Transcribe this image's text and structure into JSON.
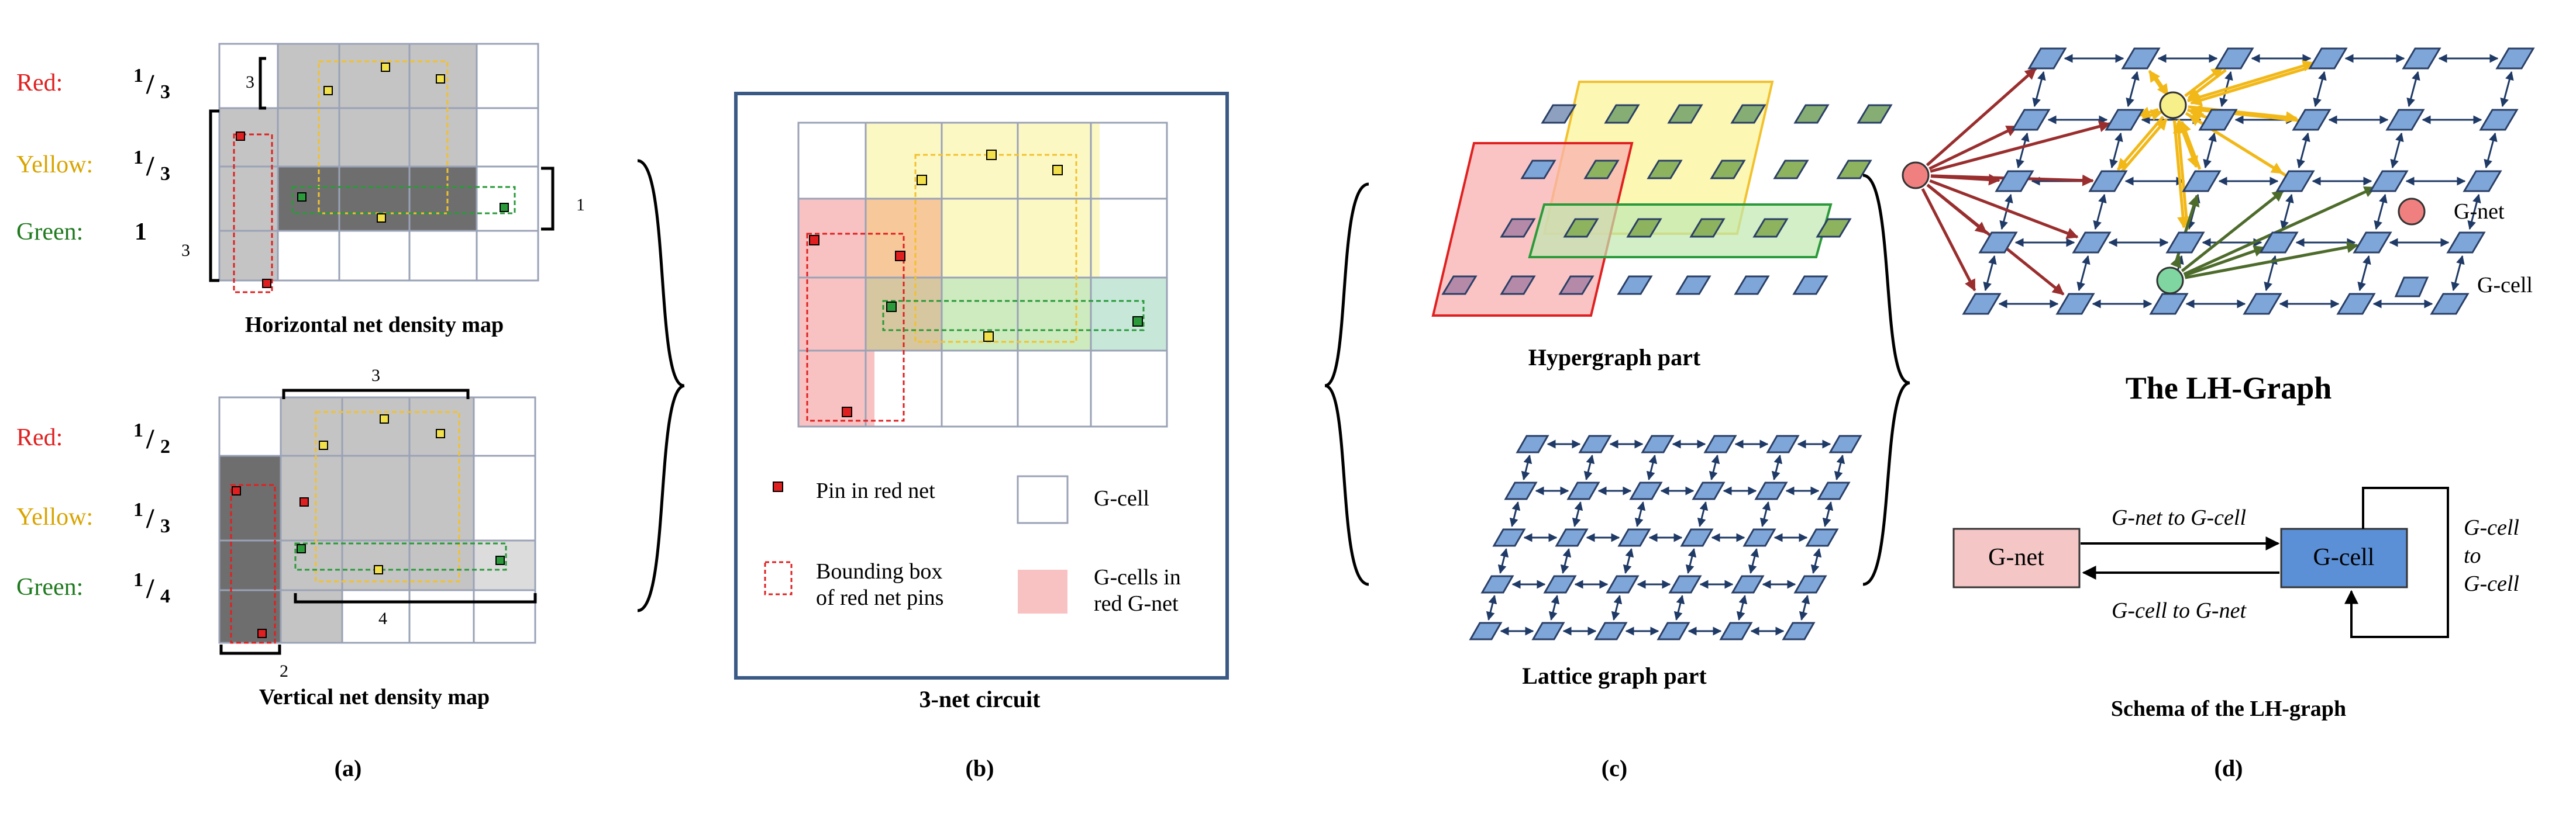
{
  "panel_a": {
    "fractions_top": [
      {
        "label": "Red:",
        "num": "1",
        "den": "3",
        "color": "#e02020"
      },
      {
        "label": "Yellow:",
        "num": "1",
        "den": "3",
        "color": "#d9a400"
      },
      {
        "label": "Green:",
        "value": "1",
        "color": "#1f7a1f"
      }
    ],
    "fractions_bottom": [
      {
        "label": "Red:",
        "num": "1",
        "den": "2",
        "color": "#e02020"
      },
      {
        "label": "Yellow:",
        "num": "1",
        "den": "3",
        "color": "#d9a400"
      },
      {
        "label": "Green:",
        "num": "1",
        "den": "4",
        "color": "#1f7a1f"
      }
    ],
    "top_dims": {
      "yellow_height": "3",
      "red_height": "3",
      "green_height": "1"
    },
    "bottom_dims": {
      "yellow_width": "3",
      "green_width": "4",
      "red_width": "2"
    },
    "top_title": "Horizontal net density map",
    "bottom_title": "Vertical net density map",
    "tag": "(a)"
  },
  "panel_b": {
    "legend": {
      "pin": "Pin in red net",
      "gcell": "G-cell",
      "bbox_line1": "Bounding box",
      "bbox_line2": "of red net pins",
      "gnet_line1": "G-cells in",
      "gnet_line2": "red G-net"
    },
    "title": "3-net circuit",
    "tag": "(b)"
  },
  "panel_c": {
    "hyper_title": "Hypergraph part",
    "lattice_title": "Lattice graph part",
    "tag": "(c)"
  },
  "panel_d": {
    "legend_gnet": "G-net",
    "legend_gcell": "G-cell",
    "title": "The LH-Graph",
    "schema": {
      "gnet_box": "G-net",
      "gcell_box": "G-cell",
      "edge_top": "G-net to G-cell",
      "edge_bottom": "G-cell to G-net",
      "self_line1": "G-cell",
      "self_line2": "to",
      "self_line3": "G-cell"
    },
    "schema_title": "Schema of the LH-graph",
    "tag": "(d)"
  },
  "colors": {
    "red": "#e02020",
    "yellow": "#f2c12e",
    "green": "#2a9a3a",
    "gcell_blue": "#7fa6d9",
    "gnet_pink": "#f4c6c6",
    "grid": "#9aa2b6",
    "frame": "#3a5a85"
  }
}
